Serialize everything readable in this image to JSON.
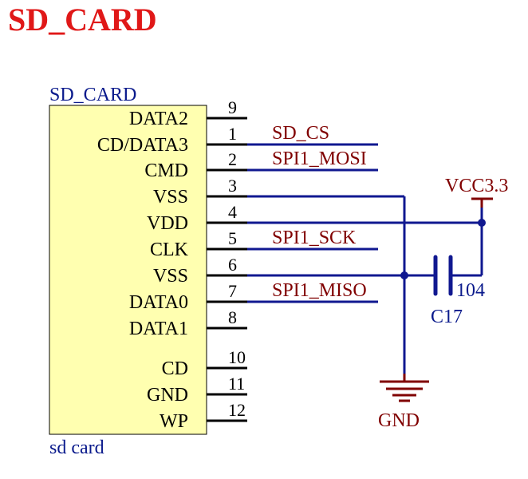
{
  "title": "SD_CARD",
  "component": {
    "designator_top": "SD_CARD",
    "designator_bottom": "sd card",
    "pins": [
      {
        "name": "DATA2",
        "number": "9"
      },
      {
        "name": "CD/DATA3",
        "number": "1"
      },
      {
        "name": "CMD",
        "number": "2"
      },
      {
        "name": "VSS",
        "number": "3"
      },
      {
        "name": "VDD",
        "number": "4"
      },
      {
        "name": "CLK",
        "number": "5"
      },
      {
        "name": "VSS",
        "number": "6"
      },
      {
        "name": "DATA0",
        "number": "7"
      },
      {
        "name": "DATA1",
        "number": "8"
      },
      {
        "name": "CD",
        "number": "10"
      },
      {
        "name": "GND",
        "number": "11"
      },
      {
        "name": "WP",
        "number": "12"
      }
    ]
  },
  "nets": {
    "sd_cs": "SD_CS",
    "spi1_mosi": "SPI1_MOSI",
    "spi1_sck": "SPI1_SCK",
    "spi1_miso": "SPI1_MISO"
  },
  "power": {
    "vcc": "VCC3.3",
    "gnd": "GND"
  },
  "capacitor": {
    "designator": "C17",
    "value": "104"
  },
  "colors": {
    "title": "#e01818",
    "wire": "#101890",
    "net_label": "#800000",
    "component_fill": "#ffffb0",
    "pin_text": "#000000",
    "designator": "#0a1a8c"
  }
}
